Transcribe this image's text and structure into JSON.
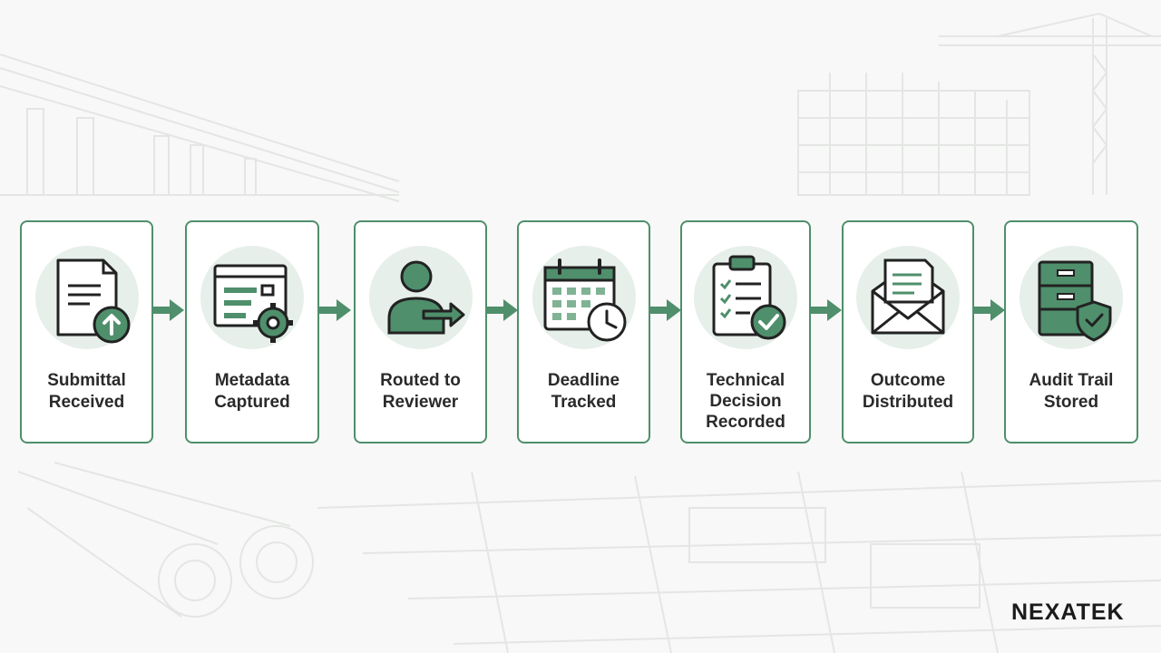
{
  "steps": [
    {
      "label": "Submittal Received",
      "icon": "document-upload-icon"
    },
    {
      "label": "Metadata Captured",
      "icon": "form-gear-icon"
    },
    {
      "label": "Routed to Reviewer",
      "icon": "person-arrow-icon"
    },
    {
      "label": "Deadline Tracked",
      "icon": "calendar-clock-icon"
    },
    {
      "label": "Technical Decision Recorded",
      "icon": "clipboard-check-icon"
    },
    {
      "label": "Outcome Distributed",
      "icon": "envelope-letter-icon"
    },
    {
      "label": "Audit Trail Stored",
      "icon": "cabinet-shield-icon"
    }
  ],
  "logo": {
    "text": "NEXATEK"
  },
  "colors": {
    "accent": "#4f8f6c",
    "accent_light": "#e6efe9",
    "text": "#2a2a2a",
    "border": "#4f8f6c"
  }
}
